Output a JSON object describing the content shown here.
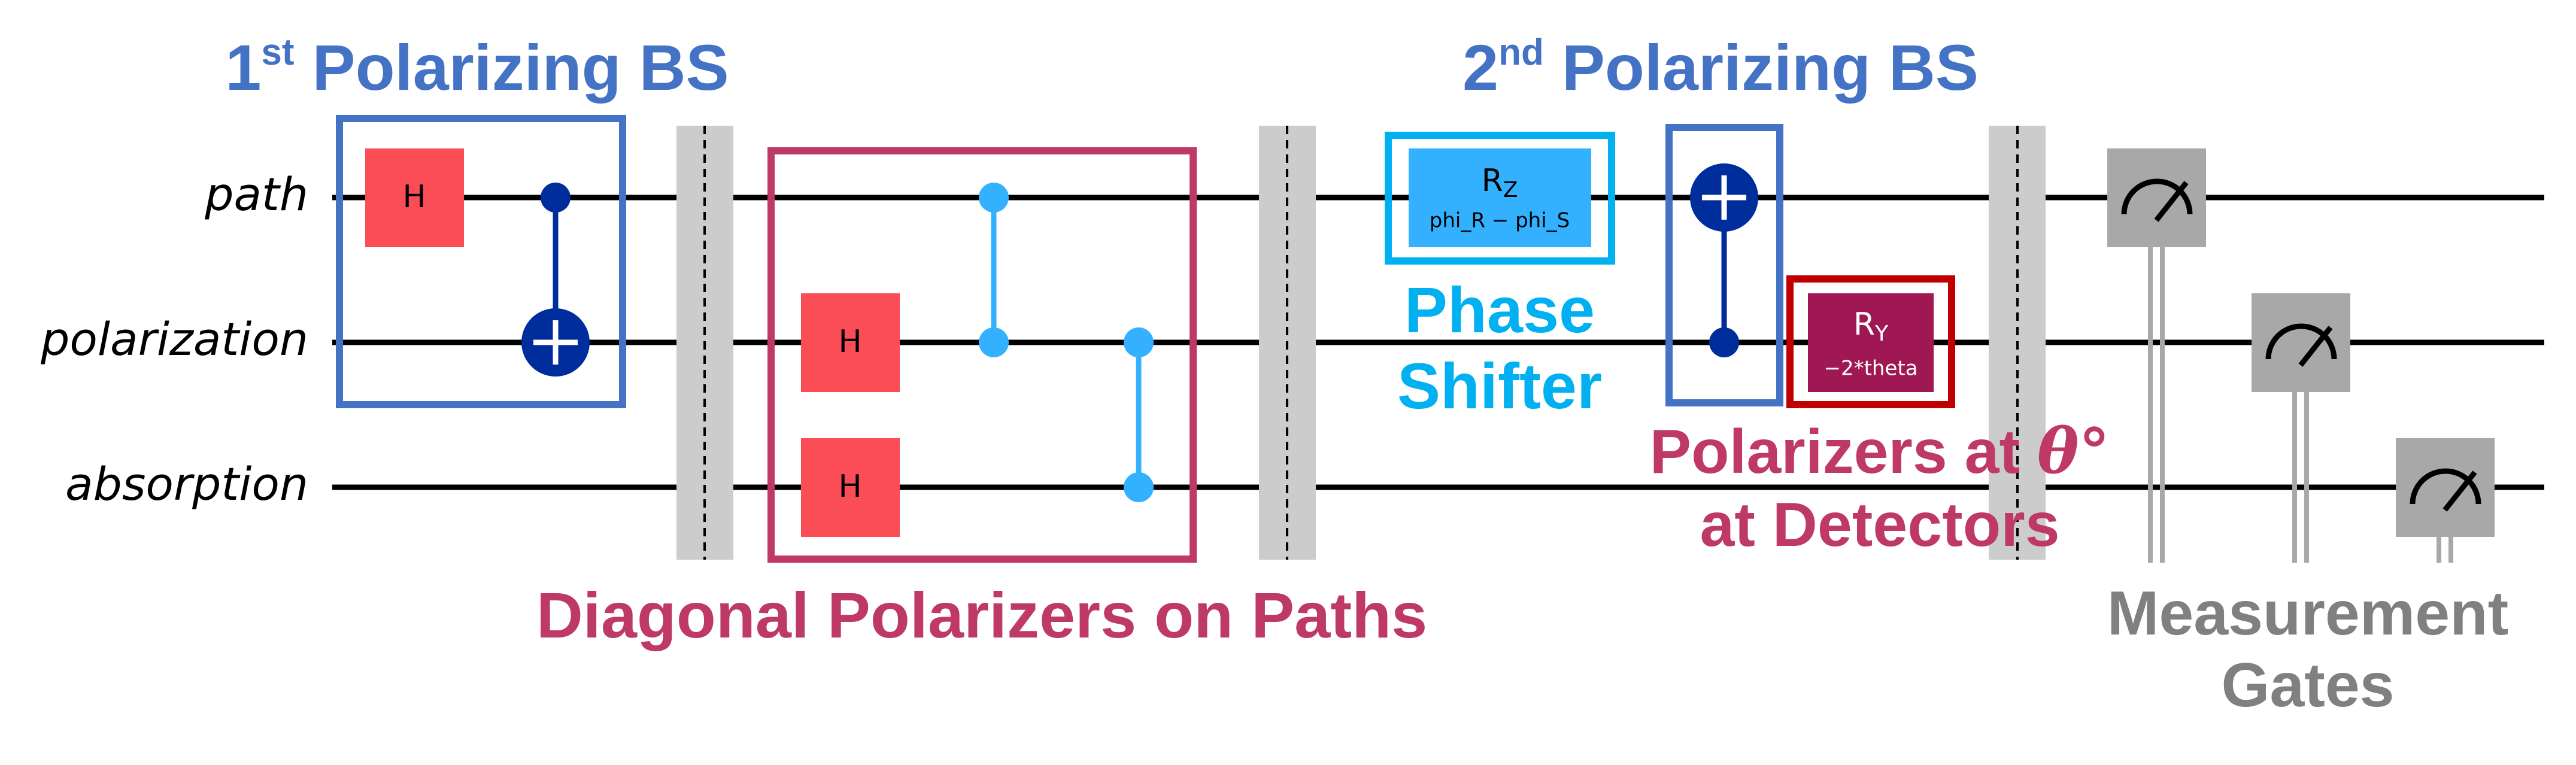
{
  "qubits": {
    "path": "path",
    "polarization": "polarization",
    "absorption": "absorption"
  },
  "gates": {
    "h_label": "H",
    "rz_label": "R",
    "rz_sub": "Z",
    "rz_param": "phi_R − phi_S",
    "ry_label": "R",
    "ry_sub": "Y",
    "ry_param": "−2*theta"
  },
  "annotations": {
    "first_bs_num": "1",
    "first_bs_sup": "st",
    "first_bs_text": " Polarizing BS",
    "second_bs_num": "2",
    "second_bs_sup": "nd",
    "second_bs_text": " Polarizing BS",
    "diagonal_polarizers": "Diagonal Polarizers on Paths",
    "phase_shifter_line1": "Phase",
    "phase_shifter_line2": "Shifter",
    "polarizers_line1": "Polarizers at ",
    "polarizers_theta": "θ°",
    "polarizers_line2": "at Detectors",
    "measurement_line1": "Measurement",
    "measurement_line2": "Gates"
  },
  "colors": {
    "blue_frame": "#4472c4",
    "magenta_frame": "#be3a65",
    "cyan_label": "#00b0f0",
    "gray_label": "#808080",
    "h_gate": "#fa4d56",
    "control_dark": "#002d9c",
    "control_light": "#33b1ff",
    "ry_gate": "#9f1853",
    "ry_border": "#c00000",
    "measure_gate": "#a8a8a8",
    "barrier": "#cccccc"
  }
}
